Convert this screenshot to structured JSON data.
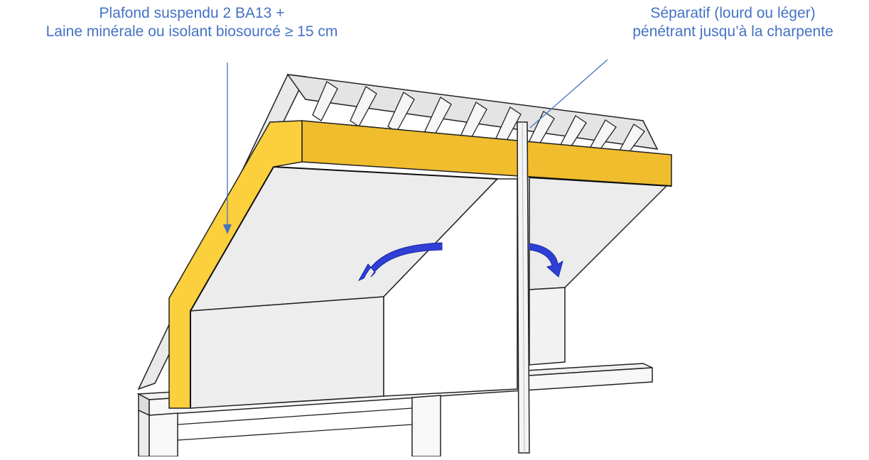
{
  "labels": {
    "ceiling_line1": "Plafond suspendu 2 BA13 +",
    "ceiling_line2": "Laine minérale ou isolant biosourcé ≥ 15 cm",
    "separator_line1": "Séparatif (lourd ou léger)",
    "separator_line2": "pénétrant jusqu’à la charpente"
  },
  "icons": {
    "flow_arrows": "curved-arrow-icon",
    "pointer_lines": "leader-line"
  },
  "colors": {
    "label_text": "#4472c4",
    "insulation": "#f0bd2e",
    "insulation_edge": "#fcd03c",
    "flow_arrow": "#2f3fd6",
    "wall_face": "#f1f1f1",
    "outline": "#222222"
  }
}
